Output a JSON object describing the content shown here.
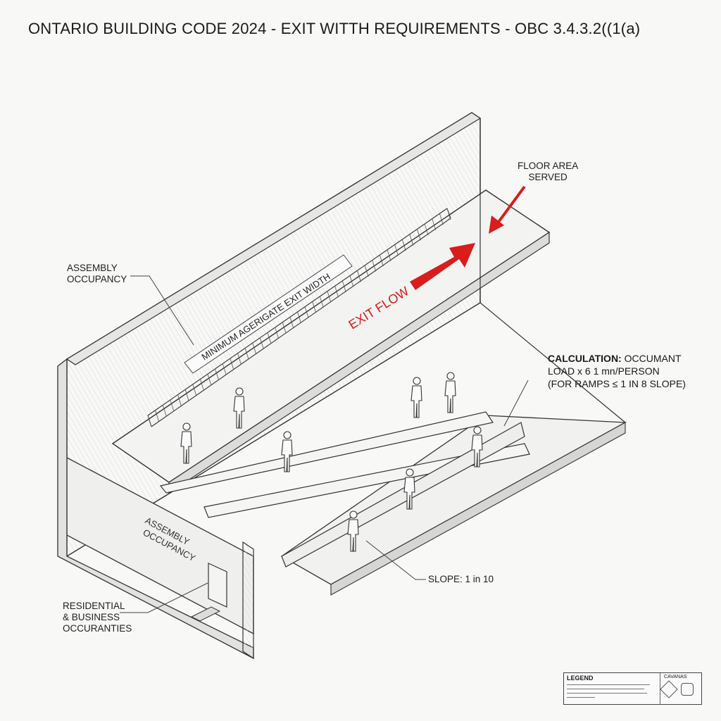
{
  "title": "ONTARIO BUILDING CODE 2024 - EXIT WITTH REQUIREMENTS - OBC 3.4.3.2((1(a)",
  "labels": {
    "assembly_top": "ASSEMBLY\nOCCUPANCY",
    "floor_area": "FLOOR AREA\nSERVED",
    "exit_flow": "EXIT FLOW",
    "min_width": "MINIMUM AGERIGATE EXIT WIDTH",
    "assembly_inner": "ASSEMBLY\nOCCUPANCY",
    "residential": "RESIDENTIAL\n& BUSINESS\nOCCURANTIES",
    "slope": "SLOPE: 1 in 10"
  },
  "calculation": {
    "heading": "CALCULATION:",
    "line1": "OCCUMANT",
    "line2": "LOAD x 6 1 mn/PERSON",
    "line3": "(FOR RAMPS ≤ 1 in 8 SLOPE)"
  },
  "legend": {
    "title": "LEGEND",
    "subtitle": "CAVANAS"
  },
  "colors": {
    "accent_red": "#d91c1c",
    "line": "#333333",
    "wall_fill": "#eeeeec"
  }
}
